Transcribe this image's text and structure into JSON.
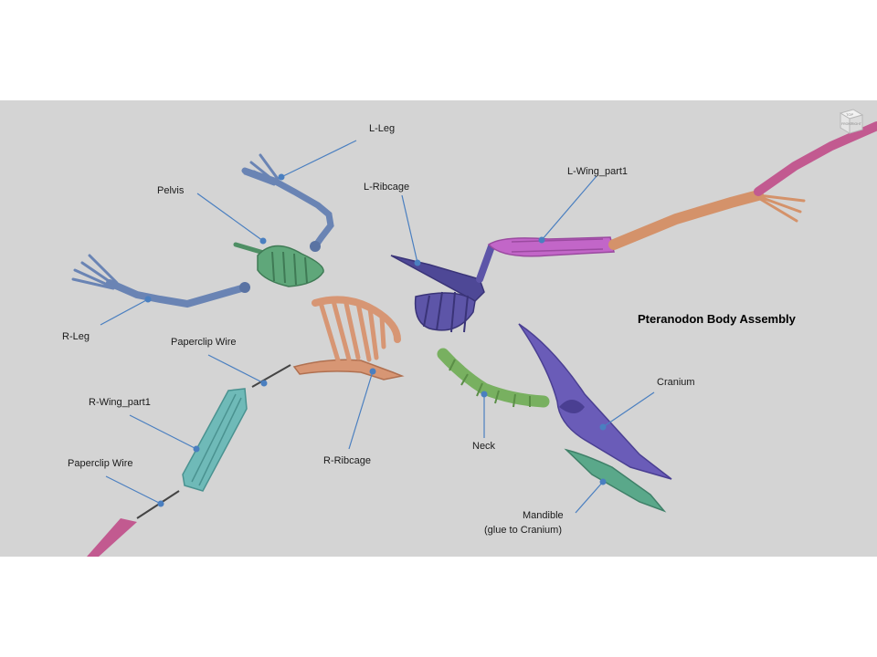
{
  "title": "Pteranodon Body Assembly",
  "labels": {
    "l_leg": "L-Leg",
    "pelvis": "Pelvis",
    "l_ribcage": "L-Ribcage",
    "l_wing": "L-Wing_part1",
    "r_leg": "R-Leg",
    "paperclip_upper": "Paperclip Wire",
    "r_wing": "R-Wing_part1",
    "paperclip_lower": "Paperclip Wire",
    "r_ribcage": "R-Ribcage",
    "neck": "Neck",
    "cranium": "Cranium",
    "mandible_line1": "Mandible",
    "mandible_line2": "(glue to Cranium)"
  },
  "view_cube_faces": [
    "TOP",
    "FRONT",
    "RIGHT"
  ],
  "colors": {
    "background": "#d4d4d4",
    "leader": "#4a7fc0",
    "leg": "#6a84b4",
    "pelvis": "#5fa77a",
    "ribcage_left": "#5d55a8",
    "ribcage_right": "#d79674",
    "wing_left_bone": "#c266c8",
    "wing_left_arm": "#d4926a",
    "wing_distal": "#c25a90",
    "wing_right": "#6fbab8",
    "neck": "#78b060",
    "cranium": "#6a5cb8",
    "mandible": "#5aa88a"
  }
}
